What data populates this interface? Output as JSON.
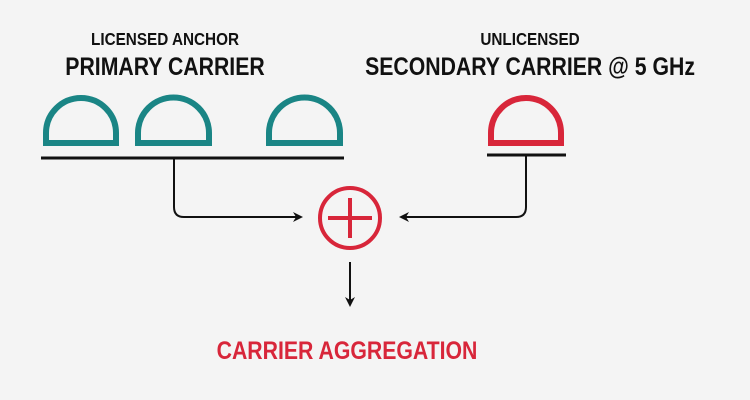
{
  "colors": {
    "licensed": "#1a8585",
    "unlicensed": "#d8263a",
    "line": "#111111",
    "background": "#f4f4f4"
  },
  "licensed": {
    "subtitle": "LICENSED ANCHOR",
    "title": "PRIMARY CARRIER"
  },
  "unlicensed": {
    "subtitle": "UNLICENSED",
    "title": "SECONDARY CARRIER @ 5 GHz"
  },
  "result": {
    "label": "CARRIER AGGREGATION"
  }
}
